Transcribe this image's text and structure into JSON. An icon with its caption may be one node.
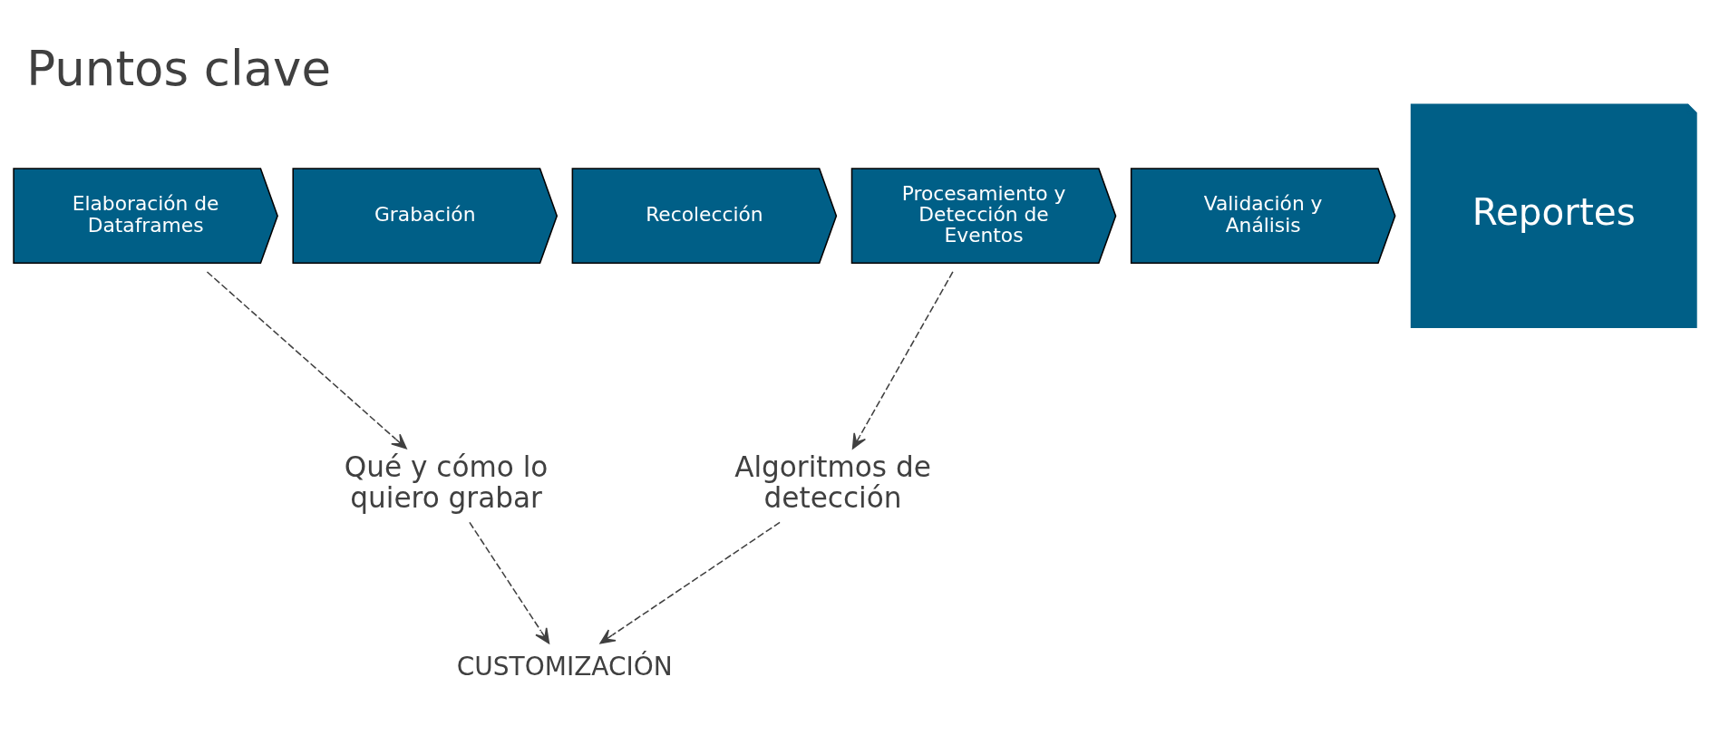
{
  "diagram": {
    "title": "Puntos clave",
    "nodes": [
      {
        "text": [
          "Elaboración de Dataframes"
        ]
      },
      {
        "text": [
          "Grabación"
        ]
      },
      {
        "text": [
          "Recolección"
        ]
      },
      {
        "text": [
          "Procesamiento y Detección de Eventos"
        ]
      },
      {
        "text": [
          "Validación y Análisis"
        ]
      },
      {
        "text": [
          "Reportes"
        ]
      },
      {
        "text": [
          "Qué y cómo lo quiero grabar"
        ]
      },
      {
        "text": [
          "Algoritmos de detección"
        ]
      },
      {
        "text": [
          "CUSTOMIZACIÓN"
        ]
      }
    ],
    "edges": [
      {
        "from": 0,
        "to": 6,
        "arrow": "to",
        "style": "dashed"
      },
      {
        "from": 3,
        "to": 7,
        "arrow": "to",
        "style": "dashed"
      },
      {
        "from": 6,
        "to": 8,
        "arrow": "to",
        "style": "dashed"
      },
      {
        "from": 7,
        "to": 8,
        "arrow": "to",
        "style": "dashed"
      }
    ]
  }
}
